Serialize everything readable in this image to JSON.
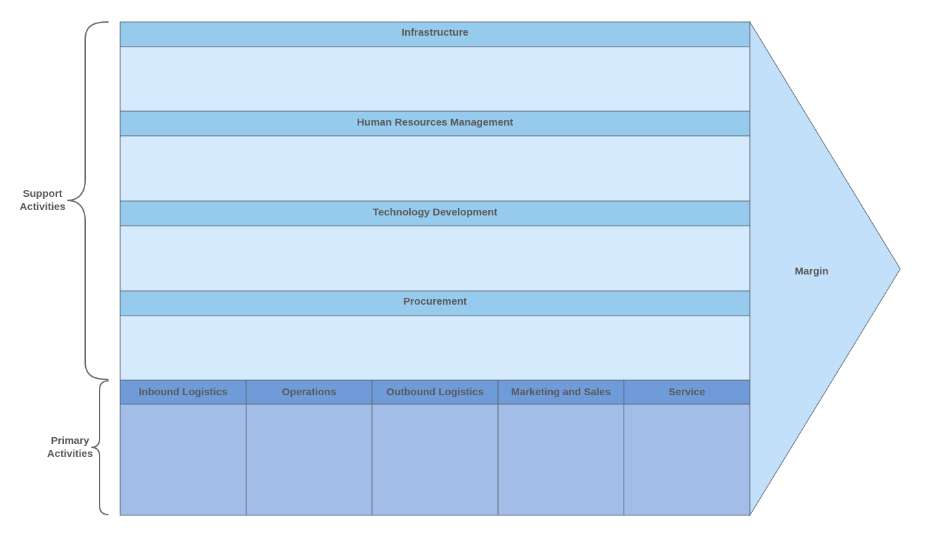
{
  "support_activities": {
    "label_line1": "Support",
    "label_line2": "Activities",
    "items": [
      {
        "label": "Infrastructure"
      },
      {
        "label": "Human Resources Management"
      },
      {
        "label": "Technology Development"
      },
      {
        "label": "Procurement"
      }
    ]
  },
  "primary_activities": {
    "label_line1": "Primary",
    "label_line2": "Activities",
    "items": [
      {
        "label": "Inbound Logistics"
      },
      {
        "label": "Operations"
      },
      {
        "label": "Outbound Logistics"
      },
      {
        "label": "Marketing and Sales"
      },
      {
        "label": "Service"
      }
    ]
  },
  "margin": {
    "label": "Margin"
  },
  "colors": {
    "support_header": "#97cbee",
    "support_body": "#d5eafc",
    "primary_header": "#6f9bd8",
    "primary_body": "#a1bde8",
    "margin_fill": "#c3e0fa",
    "border": "#5a6470",
    "brace": "#6a6a6a",
    "text": "#595959"
  }
}
